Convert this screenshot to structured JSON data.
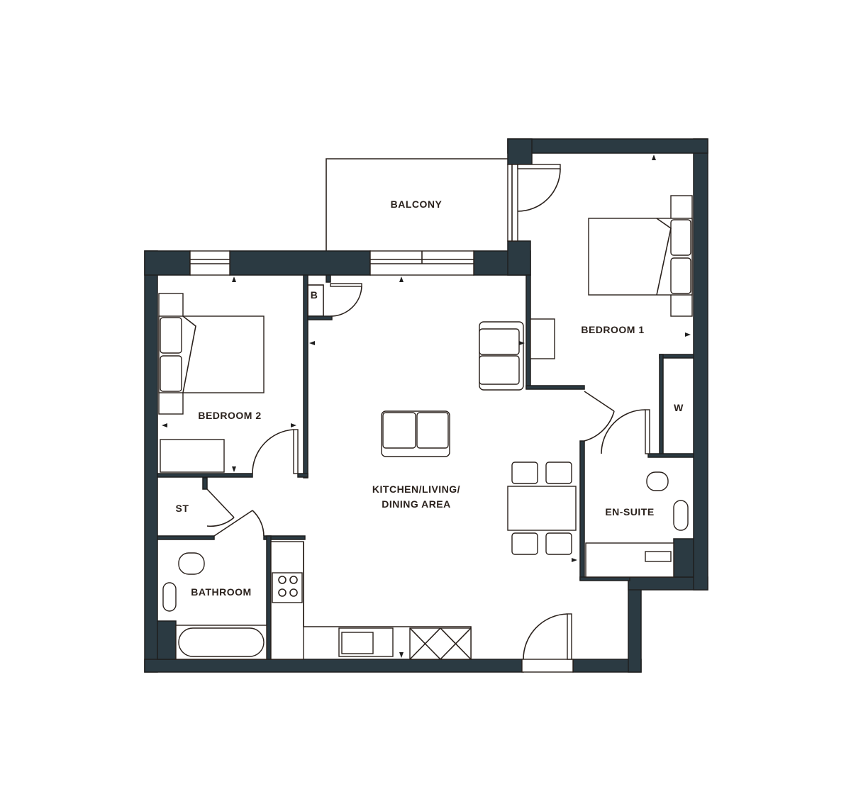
{
  "rooms": {
    "balcony": "BALCONY",
    "bedroom1": "BEDROOM 1",
    "bedroom2": "BEDROOM 2",
    "boiler": "B",
    "wardrobe": "W",
    "kitchen_line1": "KITCHEN/LIVING/",
    "kitchen_line2": "DINING AREA",
    "storage": "ST",
    "ensuite": "EN-SUITE",
    "bathroom": "BATHROOM"
  },
  "colors": {
    "wall": "#2b3a42",
    "line": "#2a211c",
    "background": "#ffffff"
  }
}
